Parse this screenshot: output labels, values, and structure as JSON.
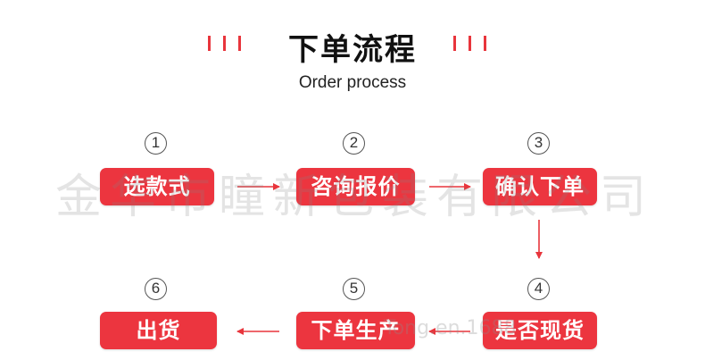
{
  "header": {
    "title": "下单流程",
    "subtitle": "Order process"
  },
  "watermark": {
    "company": "金华市瞳新包装有限公司",
    "url": "Tong.en.1688"
  },
  "steps": [
    {
      "number": "1",
      "label": "选款式"
    },
    {
      "number": "2",
      "label": "咨询报价"
    },
    {
      "number": "3",
      "label": "确认下单"
    },
    {
      "number": "4",
      "label": "是否现货"
    },
    {
      "number": "5",
      "label": "下单生产"
    },
    {
      "number": "6",
      "label": "出货"
    }
  ],
  "colors": {
    "accent": "#ec353f",
    "arrow": "#e8353c",
    "text": "#111111"
  }
}
